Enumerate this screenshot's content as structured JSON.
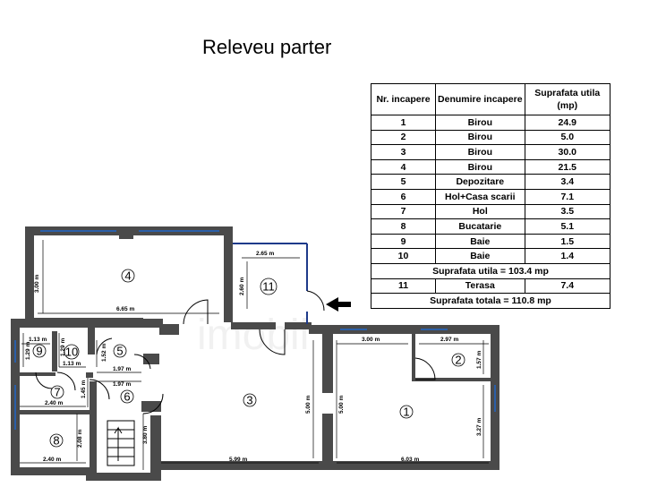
{
  "title": "Releveu parter",
  "table": {
    "headers": [
      "Nr. incapere",
      "Denumire incapere",
      "Suprafata utila (mp)"
    ],
    "rows": [
      [
        "1",
        "Birou",
        "24.9"
      ],
      [
        "2",
        "Birou",
        "5.0"
      ],
      [
        "3",
        "Birou",
        "30.0"
      ],
      [
        "4",
        "Birou",
        "21.5"
      ],
      [
        "5",
        "Depozitare",
        "3.4"
      ],
      [
        "6",
        "Hol+Casa scarii",
        "7.1"
      ],
      [
        "7",
        "Hol",
        "3.5"
      ],
      [
        "8",
        "Bucatarie",
        "5.1"
      ],
      [
        "9",
        "Baie",
        "1.5"
      ],
      [
        "10",
        "Baie",
        "1.4"
      ]
    ],
    "subtotal": "Suprafata utila = 103.4 mp",
    "terrace_row": [
      "11",
      "Terasa",
      "7.4"
    ],
    "total": "Suprafata totala = 110.8 mp"
  },
  "rooms": [
    "1",
    "2",
    "3",
    "4",
    "5",
    "6",
    "7",
    "8",
    "9",
    "10",
    "11"
  ],
  "dimensions": {
    "r4_height": "3.00 m",
    "r4_width": "6.65 m",
    "r11_width": "2.65 m",
    "r11_height": "2.60 m",
    "r9_width": "1.13 m",
    "r9_height": "1.29 m",
    "r10_width": "1.13 m",
    "r10_height": "1.29 m",
    "r5_height": "1.52 m",
    "r5_width": "1.97 m",
    "r6_width": "1.97 m",
    "r7_height": "1.45 m",
    "r7_width": "2.40 m",
    "r8_height": "2.08 m",
    "r8_width": "2.40 m",
    "r6_height": "3.80 m",
    "r3_height": "5.00 m",
    "r3_width": "5.99 m",
    "r1_height_left": "5.00 m",
    "r1_width_top": "3.00 m",
    "r2_width": "2.97 m",
    "r2_height": "1.57 m",
    "r1_height_right": "3.27 m",
    "r1_width_bottom": "6.03 m"
  },
  "colors": {
    "wall": "#4a4a4a",
    "window": "#2b5fa8",
    "terrace_line": "#1e3a8a",
    "line": "#000000"
  }
}
